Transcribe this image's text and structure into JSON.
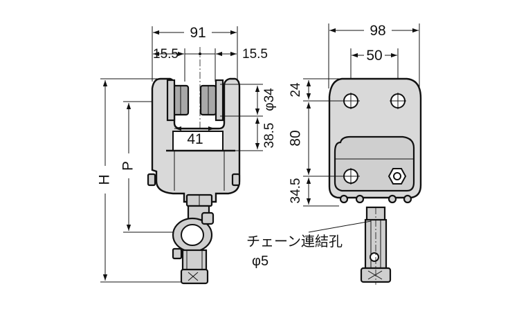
{
  "front_view": {
    "width_label": "91",
    "left_offset_label": "15.5",
    "right_offset_label": "15.5",
    "inner_width_label": "41",
    "wheel_diameter_label": "φ34",
    "wheel_to_flange_label": "38.5",
    "height_label": "H",
    "pitch_label": "P"
  },
  "side_view": {
    "width_label": "98",
    "hole_spacing_label": "50",
    "top_offset_label": "24",
    "hole_vertical_label": "80",
    "bottom_offset_label": "34.5"
  },
  "note": {
    "line1": "チェーン連結孔",
    "line2": "φ5"
  }
}
